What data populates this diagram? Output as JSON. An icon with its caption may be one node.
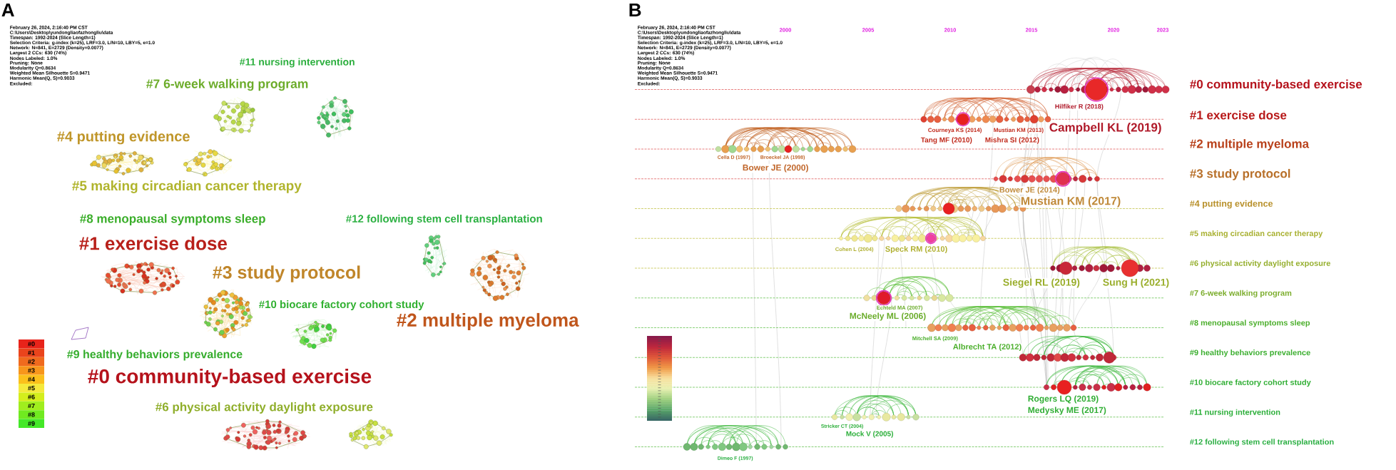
{
  "diagram": {
    "labels": [
      "A",
      "February 26, 2024, 2:16:40 PM CST",
      "C:\\Users\\Desktop\\yundongliaofazhongliu\\data",
      "Timespan: 1992-2024 (Slice Length=1)",
      "Selection Criteria: g-index (k=25), LRF=3.0, L/N=10, LBY=5, e=1.0",
      "Network: N=841, E=2729 (Density=0.0077)",
      "Largest 2 CCs: 630 (74%)",
      "Nodes Labeled: 1.0%",
      "Pruning: None",
      "Modularity Q=0.8634",
      "Weighted Mean Silhouette S=0.9471",
      "Harmonic Mean(Q, S)=0.9033",
      "Excluded:",
      "#11 nursing intervention",
      "#7 6-week walking program",
      "#4 putting evidence",
      "#5 making circadian cancer therapy",
      "#8 menopausal symptoms sleep",
      "#12 following stem cell transplantation",
      "#1 exercise dose",
      "#3 study protocol",
      "#10 biocare factory cohort study",
      "#2 multiple myeloma",
      "#9 healthy behaviors prevalence",
      "#0 community-based exercise",
      "#6 physical activity daylight exposure",
      "B",
      "February 26, 2024, 2:16:40 PM CST",
      "C:\\Users\\Desktop\\yundongliaofazhongliu\\data",
      "Timespan: 1992-2024 (Slice Length=1)",
      "Selection Criteria: g-index (k=25), LRF=3.0, L/N=10, LBY=5, e=1.0",
      "Network: N=841, E=2729 (Density=0.0077)",
      "Largest 2 CCs: 630 (74%)",
      "Nodes Labeled: 1.0%",
      "Pruning: None",
      "Modularity Q=0.8634",
      "Weighted Mean Silhouette S=0.9471",
      "Harmonic Mean(Q, S)=0.9033",
      "Excluded:",
      "2000",
      "2005",
      "2010",
      "2015",
      "2020",
      "2023",
      "Hilfiker R (2018)",
      "Campbell KL (2019)",
      "Courneya KS (2014)",
      "Mustian KM (2013)",
      "Tang MF (2010)",
      "Mishra SI (2012)",
      "Cella D (1997)",
      "Broeckel JA (1998)",
      "Bower JE (2000)",
      "Bower JE (2014)",
      "Mustian KM (2017)",
      "Cohen L (2004)",
      "Speck RM (2010)",
      "Siegel RL (2019)",
      "Sung H (2021)",
      "Echteld MA (2007)",
      "McNeely ML (2006)",
      "Mitchell SA (2009)",
      "Albrecht TA (2012)",
      "Rogers LQ (2019)",
      "Medysky ME (2017)",
      "Stricker CT (2004)",
      "Mock V (2005)",
      "Dimeo F (1997)",
      "#0 community-based exercise",
      "#1 exercise dose",
      "#2 multiple myeloma",
      "#3 study protocol",
      "#4 putting evidence",
      "#5 making circadian cancer therapy",
      "#6 physical activity daylight exposure",
      "#7 6-week walking program",
      "#8 menopausal symptoms sleep",
      "#9 healthy behaviors prevalence",
      "#10 biocare factory cohort study",
      "#11 nursing intervention",
      "#12 following stem cell transplantation"
    ],
    "legend": [
      {
        "text": "#0",
        "color": "#e8231a"
      },
      {
        "text": "#1",
        "color": "#ea441c"
      },
      {
        "text": "#2",
        "color": "#f06a1e"
      },
      {
        "text": "#3",
        "color": "#f7961c"
      },
      {
        "text": "#4",
        "color": "#fbc01c"
      },
      {
        "text": "#5",
        "color": "#f5e93c"
      },
      {
        "text": "#6",
        "color": "#d4ee1c"
      },
      {
        "text": "#7",
        "color": "#a0ee1e"
      },
      {
        "text": "#8",
        "color": "#70ea20"
      },
      {
        "text": "#9",
        "color": "#44e828"
      }
    ]
  }
}
